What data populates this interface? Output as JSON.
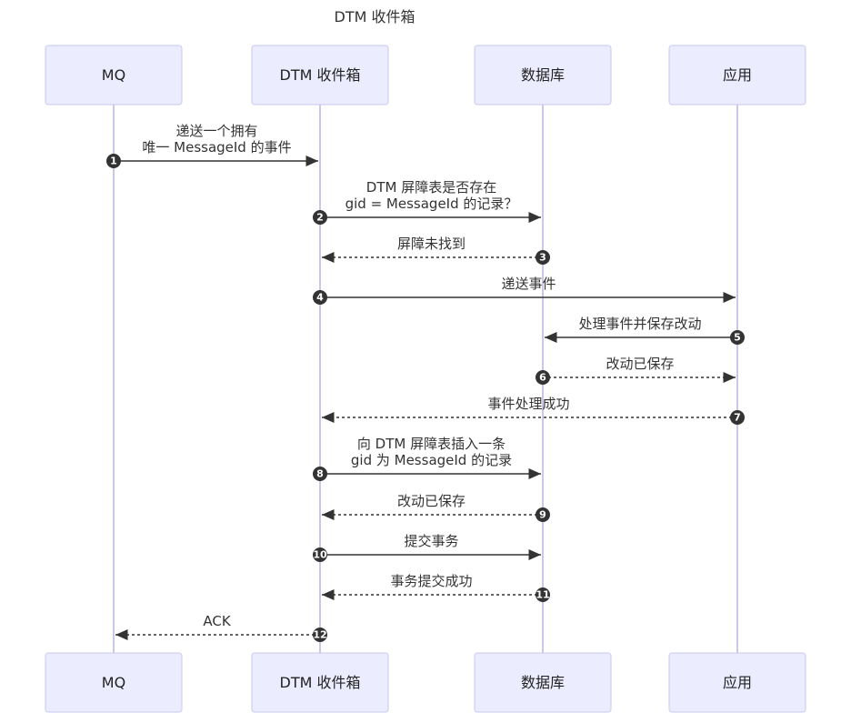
{
  "title": "DTM 收件箱",
  "participants": [
    {
      "id": "mq",
      "label": "MQ"
    },
    {
      "id": "dtm",
      "label": "DTM 收件箱"
    },
    {
      "id": "db",
      "label": "数据库"
    },
    {
      "id": "app",
      "label": "应用"
    }
  ],
  "messages": [
    {
      "seq": "1",
      "from": "mq",
      "to": "dtm",
      "style": "solid",
      "lines": [
        "递送一个拥有",
        "唯一 MessageId 的事件"
      ]
    },
    {
      "seq": "2",
      "from": "dtm",
      "to": "db",
      "style": "solid",
      "lines": [
        "DTM 屏障表是否存在",
        "gid = MessageId 的记录？"
      ]
    },
    {
      "seq": "3",
      "from": "db",
      "to": "dtm",
      "style": "dashed",
      "lines": [
        "屏障未找到"
      ]
    },
    {
      "seq": "4",
      "from": "dtm",
      "to": "app",
      "style": "solid",
      "lines": [
        "递送事件"
      ]
    },
    {
      "seq": "5",
      "from": "app",
      "to": "db",
      "style": "solid",
      "lines": [
        "处理事件并保存改动"
      ]
    },
    {
      "seq": "6",
      "from": "db",
      "to": "app",
      "style": "dashed",
      "lines": [
        "改动已保存"
      ]
    },
    {
      "seq": "7",
      "from": "app",
      "to": "dtm",
      "style": "dashed",
      "lines": [
        "事件处理成功"
      ]
    },
    {
      "seq": "8",
      "from": "dtm",
      "to": "db",
      "style": "solid",
      "lines": [
        "向 DTM 屏障表插入一条",
        "gid 为 MessageId 的记录"
      ]
    },
    {
      "seq": "9",
      "from": "db",
      "to": "dtm",
      "style": "dashed",
      "lines": [
        "改动已保存"
      ]
    },
    {
      "seq": "10",
      "from": "dtm",
      "to": "db",
      "style": "solid",
      "lines": [
        "提交事务"
      ]
    },
    {
      "seq": "11",
      "from": "db",
      "to": "dtm",
      "style": "dashed",
      "lines": [
        "事务提交成功"
      ]
    },
    {
      "seq": "12",
      "from": "dtm",
      "to": "mq",
      "style": "dashed",
      "lines": [
        "ACK"
      ]
    }
  ],
  "colors": {
    "actor_fill": "#ececff",
    "actor_stroke": "#c9c9f2",
    "lifeline": "#c8c8e8",
    "arrow": "#333333"
  }
}
